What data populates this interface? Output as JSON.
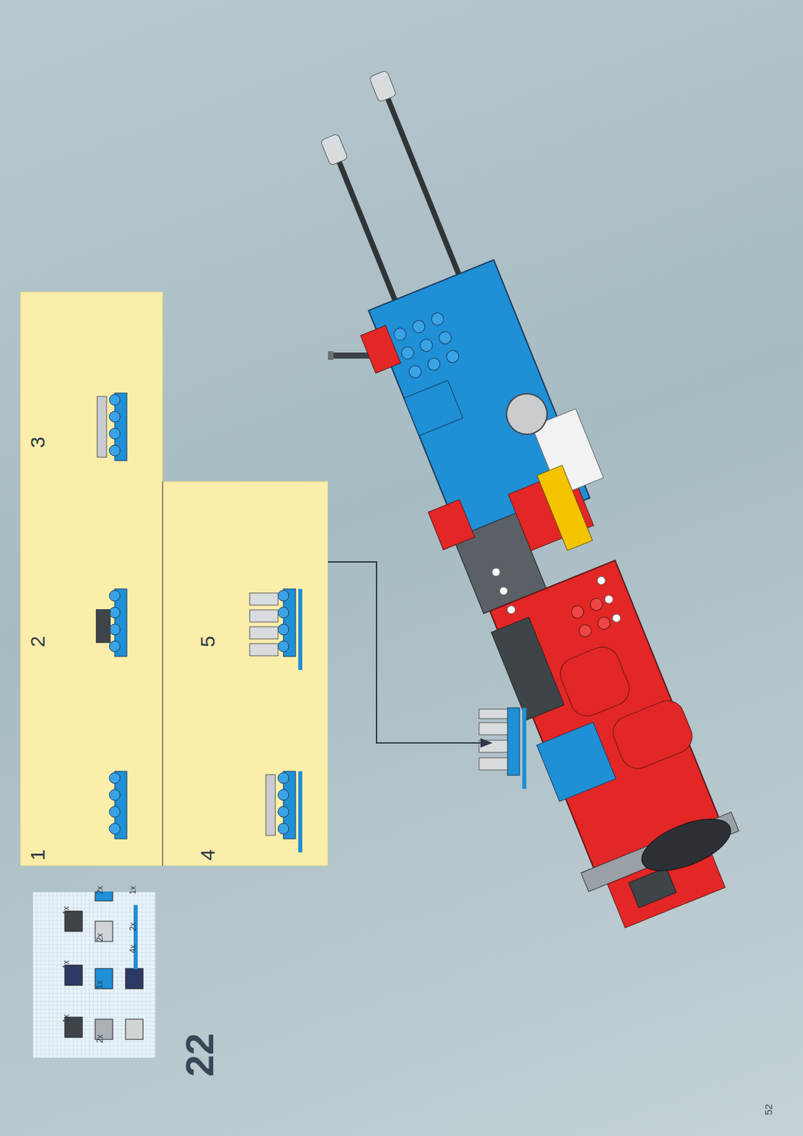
{
  "diagram": {
    "nodes": [
      {
        "text": [
          "1x",
          "1x",
          "1x",
          "2x",
          "1x",
          "2x",
          "2x",
          "4x",
          "2x",
          "1x"
        ]
      },
      {
        "text": [
          "1",
          "2",
          "3",
          "4",
          "5"
        ]
      }
    ],
    "labels": [
      "22",
      "52"
    ]
  }
}
